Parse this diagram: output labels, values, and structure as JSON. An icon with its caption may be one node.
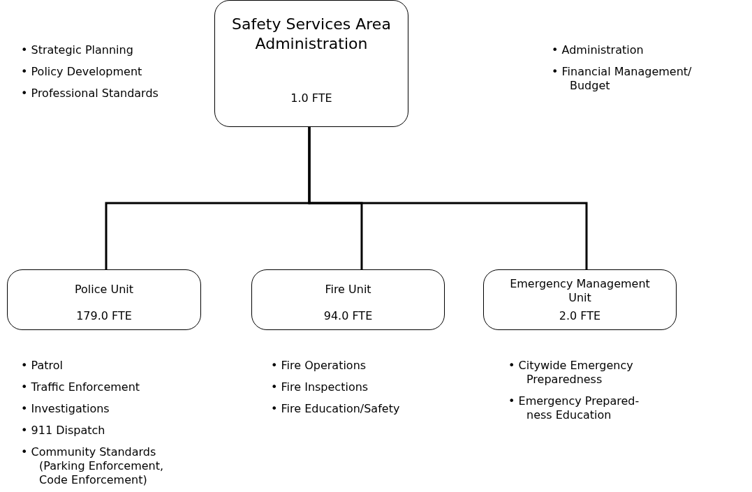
{
  "diagram": {
    "nodes": [
      {
        "text": [
          "Safety Services Area Administration",
          "1.0 FTE"
        ]
      },
      {
        "text": [
          "Police Unit",
          "179.0 FTE"
        ]
      },
      {
        "text": [
          "Fire Unit",
          "94.0 FTE"
        ]
      },
      {
        "text": [
          "Emergency Management Unit",
          "2.0 FTE"
        ]
      }
    ],
    "edges": [
      {
        "from": 0,
        "to": 1,
        "arrow": "none"
      },
      {
        "from": 0,
        "to": 2,
        "arrow": "none"
      },
      {
        "from": 0,
        "to": 3,
        "arrow": "none"
      }
    ],
    "labels": [
      "• Strategic Planning",
      "• Policy Development",
      "• Professional Standards",
      "• Administration",
      "• Financial Management/ Budget",
      "• Patrol",
      "• Traffic Enforcement",
      "• Investigations",
      "• 911 Dispatch",
      "• Community Standards (Parking Enforcement, Code Enforcement)",
      "• Fire Operations",
      "• Fire Inspections",
      "• Fire Education/Safety",
      "• Citywide Emergency Preparedness",
      "• Emergency Prepared- ness Education"
    ]
  }
}
